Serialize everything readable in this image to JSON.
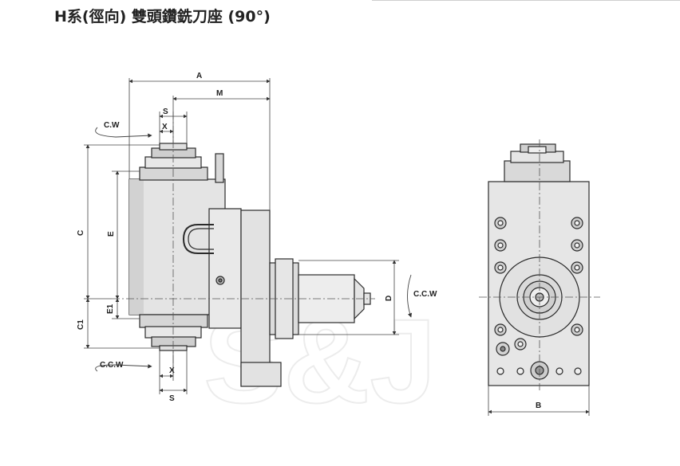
{
  "title": "H系(徑向) 雙頭鑽銑刀座 (90°)",
  "labels": {
    "A": "A",
    "M": "M",
    "S_top": "S",
    "X_top": "X",
    "S_bottom": "S",
    "X_bottom": "X",
    "C": "C",
    "E": "E",
    "E1": "E1",
    "C1": "C1",
    "D": "D",
    "B": "B",
    "cw_top": "C.W",
    "ccw_right": "C.C.W",
    "ccw_bottom": "C.C.W"
  },
  "watermark": "S&J",
  "colors": {
    "body_fill": "#e6e6e6",
    "body_dark": "#cfcfcf",
    "outline": "#2b2b2b",
    "dim_line": "#444444"
  }
}
